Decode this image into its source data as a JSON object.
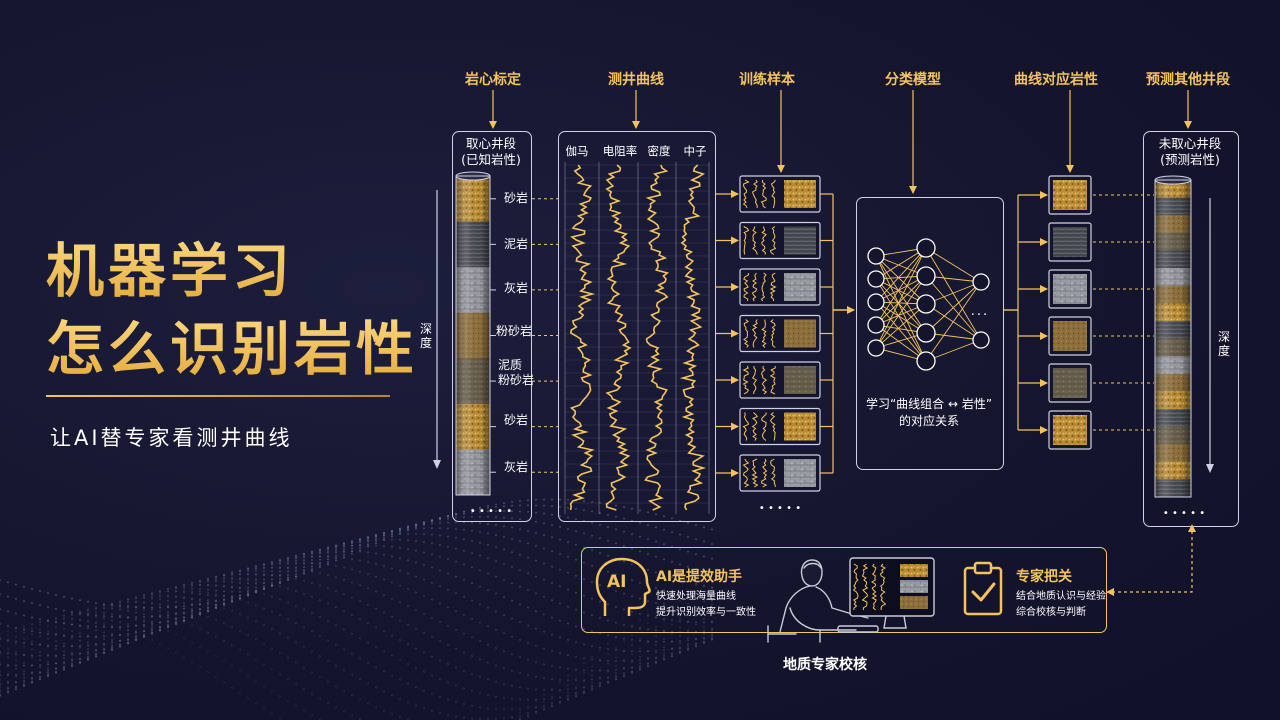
{
  "title": {
    "line1": "机器学习",
    "line2": "怎么识别岩性",
    "subtitle": "让AI替专家看测井曲线"
  },
  "headers": {
    "core_calibration": "岩心标定",
    "well_logs": "测井曲线",
    "training_samples": "训练样本",
    "classifier": "分类模型",
    "curve_lithology": "曲线对应岩性",
    "predict_other": "预测其他井段"
  },
  "cored_section": {
    "title_line1": "取心井段",
    "title_line2": "(已知岩性)",
    "depth_label": "深度",
    "layers": [
      {
        "name": "砂岩",
        "type": "sand"
      },
      {
        "name": "泥岩",
        "type": "mud"
      },
      {
        "name": "灰岩",
        "type": "lime"
      },
      {
        "name": "粉砂岩",
        "type": "silt"
      },
      {
        "name": "泥质\n粉砂岩",
        "type": "muddysilt"
      },
      {
        "name": "砂岩",
        "type": "sand"
      },
      {
        "name": "灰岩",
        "type": "lime"
      }
    ],
    "more": "• • • • •"
  },
  "logs": {
    "curves": [
      "伽马",
      "电阻率",
      "密度",
      "中子"
    ]
  },
  "training": {
    "sample_types": [
      "sand",
      "mud",
      "lime",
      "silt",
      "muddysilt",
      "sand",
      "lime"
    ],
    "more": "• • • • •"
  },
  "model": {
    "caption_line1": "学习“曲线组合 ↔ 岩性”",
    "caption_line2": "的对应关系",
    "ellipsis": "..."
  },
  "results": {
    "types": [
      "sand",
      "mud",
      "lime",
      "silt",
      "muddysilt",
      "sand"
    ]
  },
  "uncored_section": {
    "title_line1": "未取心井段",
    "title_line2": "(预测岩性)",
    "depth_label": "深度",
    "more": "• • • • •"
  },
  "bottom": {
    "ai_icon": "AI",
    "ai_title": "AI是提效助手",
    "ai_point1": "快速处理海量曲线",
    "ai_point2": "提升识别效率与一致性",
    "expert_title": "专家把关",
    "expert_point1": "结合地质认识与经验",
    "expert_point2": "综合校核与判断",
    "caption": "地质专家校核"
  },
  "colors": {
    "gold": "#f4c35c",
    "background": "#15162f",
    "panel_border": "#cfd2e6"
  },
  "icons": [
    "ai-head-icon",
    "clipboard-check-icon",
    "geologist-at-computer-icon",
    "neural-network-icon"
  ]
}
